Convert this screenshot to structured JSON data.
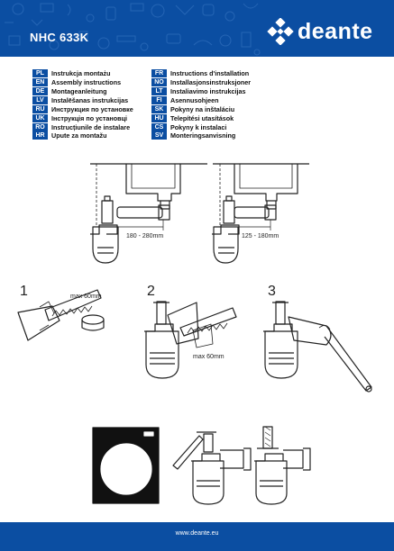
{
  "header": {
    "model": "NHC 633K",
    "brand": "deante"
  },
  "languages_left": [
    {
      "code": "PL",
      "text": "Instrukcja montażu"
    },
    {
      "code": "EN",
      "text": "Assembly instructions"
    },
    {
      "code": "DE",
      "text": "Montageanleitung"
    },
    {
      "code": "LV",
      "text": "Instalēšanas instrukcijas"
    },
    {
      "code": "RU",
      "text": "Инструкция по установке"
    },
    {
      "code": "UK",
      "text": "Інструкція по установці"
    },
    {
      "code": "RO",
      "text": "Instrucțiunile de instalare"
    },
    {
      "code": "HR",
      "text": "Upute za montažu"
    }
  ],
  "languages_right": [
    {
      "code": "FR",
      "text": "Instructions d'installation"
    },
    {
      "code": "NO",
      "text": "Installasjonsinstruksjoner"
    },
    {
      "code": "LT",
      "text": "Instaliavimo instrukcijas"
    },
    {
      "code": "FI",
      "text": "Asennusohjeen"
    },
    {
      "code": "SK",
      "text": "Pokyny na inštaláciu"
    },
    {
      "code": "HU",
      "text": "Telepítési utasítások"
    },
    {
      "code": "CS",
      "text": "Pokyny k instalaci"
    },
    {
      "code": "SV",
      "text": "Monteringsanvisning"
    }
  ],
  "diagrams": {
    "range_left": "180 - 280mm",
    "range_right": "125 - 180mm",
    "step1": "1",
    "step2": "2",
    "step3": "3",
    "max1": "max 60mm",
    "max2": "max 60mm"
  },
  "footer": {
    "url": "www.deante.eu"
  },
  "colors": {
    "brand_blue": "#0b4ea2"
  }
}
